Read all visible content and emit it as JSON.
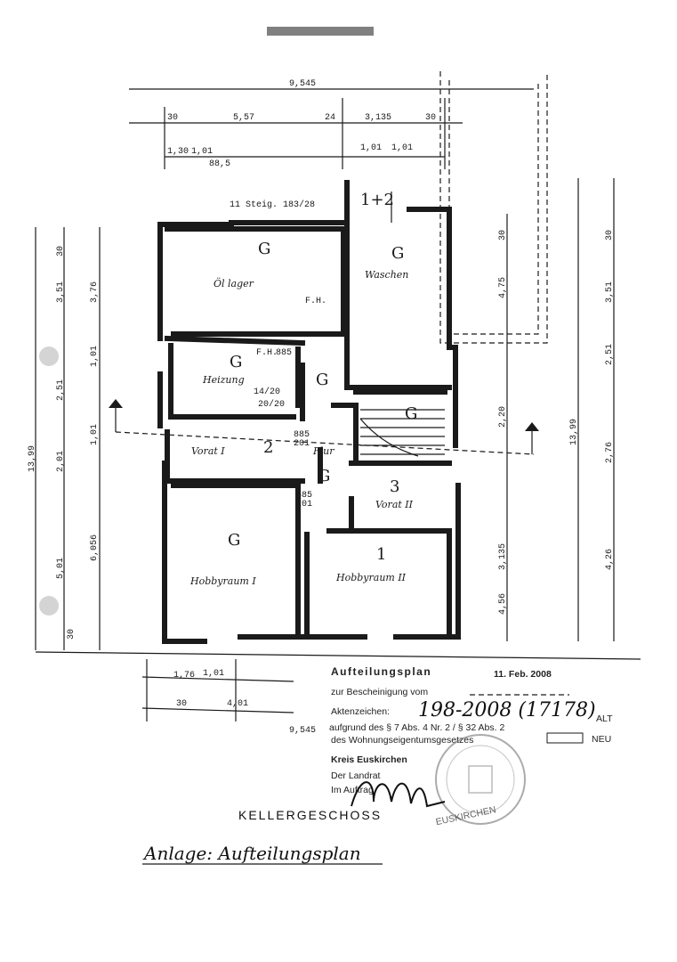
{
  "dimensions": {
    "total_width": "9,545",
    "top_row": [
      "30",
      "5,57",
      "24",
      "3,135",
      "30"
    ],
    "top_sub": [
      "1,30",
      "1,01",
      "88,5",
      "1,01",
      "1,01"
    ],
    "left_col": [
      "30",
      "3,51",
      "3,76",
      "1,01",
      "2,51",
      "1,01",
      "2,01",
      "6,056",
      "5,01",
      "13,99",
      "30"
    ],
    "right_col": [
      "30",
      "3,51",
      "2,51",
      "2,20",
      "2,76",
      "4,26",
      "13,99",
      "4,75",
      "3,135",
      "4,56"
    ],
    "bottom_row": [
      "1,76",
      "1,01",
      "30",
      "4,01",
      "9,545"
    ],
    "stair": "11 Steig. 183/28"
  },
  "rooms": {
    "ol_lager": "Öl lager",
    "waschen": "Waschen",
    "heizung": "Heizung",
    "vorat_1": "Vorat I",
    "flur": "Flur",
    "vorat_2": "Vorat II",
    "hobby_1": "Hobbyraum I",
    "hobby_2": "Hobbyraum II",
    "door_labels": [
      "F.H.",
      "885",
      "201",
      "14/20",
      "20/20"
    ]
  },
  "units": {
    "top": "1+2",
    "g1": "G",
    "g2": "G",
    "g3": "G",
    "g4": "G",
    "g5": "G",
    "g6": "G",
    "g7": "G",
    "n2": "2",
    "n3": "3",
    "n1": "1"
  },
  "stamp": {
    "title": "Aufteilungsplan",
    "date": "11. Feb. 2008",
    "line1": "zur Bescheinigung vom",
    "line2": "Aktenzeichen:",
    "file_no": "198-2008 (17178)",
    "line3": "aufgrund des § 7 Abs. 4 Nr. 2 / § 32 Abs. 2",
    "alt": "ALT",
    "line4": "des Wohnungseigentumsgesetzes",
    "neu": "NEU",
    "authority": "Kreis Euskirchen",
    "landrat": "Der Landrat",
    "auftrag": "Im Auftrag",
    "seal": "EUSKIRCHEN"
  },
  "floor_title": "KELLERGESCHOSS",
  "annex": "Anlage: Aufteilungsplan"
}
